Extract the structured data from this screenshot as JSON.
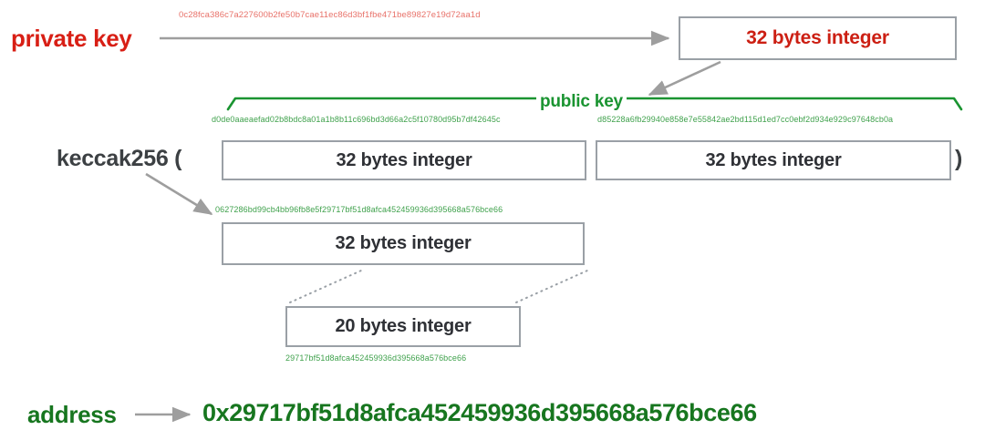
{
  "diagram": {
    "title": "Ethereum address derivation from private key",
    "colors": {
      "red": "#d81f15",
      "red_light": "#e8726a",
      "green": "#17761f",
      "green_bracket": "#1a9431",
      "green_light": "#3fa14c",
      "gray_text": "#3c4043",
      "gray_border": "#9aa0a6",
      "arrow": "#9e9e9e"
    }
  },
  "labels": {
    "private_key": "private key",
    "public_key": "public key",
    "keccak_open": "keccak256 (",
    "keccak_close": ")",
    "address": "address"
  },
  "boxes": {
    "private_key_int": "32 bytes integer",
    "public_key_left": "32 bytes integer",
    "public_key_right": "32 bytes integer",
    "hash_int": "32 bytes integer",
    "address_int": "20 bytes integer"
  },
  "values": {
    "private_key_hex": "0c28fca386c7a227600b2fe50b7cae11ec86d3bf1fbe471be89827e19d72aa1d",
    "public_key_hex_left": "d0de0aaeaefad02b8bdc8a01a1b8b11c696bd3d66a2c5f10780d95b7df42645c",
    "public_key_hex_right": "d85228a6fb29940e858e7e55842ae2bd115d1ed7cc0ebf2d934e929c97648cb0a",
    "keccak_hash_hex": "0627286bd99cb4bb96fb8e5f29717bf51d8afca452459936d395668a576bce66",
    "address_20_hex": "29717bf51d8afca452459936d395668a576bce66",
    "address_full": "0x29717bf51d8afca452459936d395668a576bce66"
  }
}
